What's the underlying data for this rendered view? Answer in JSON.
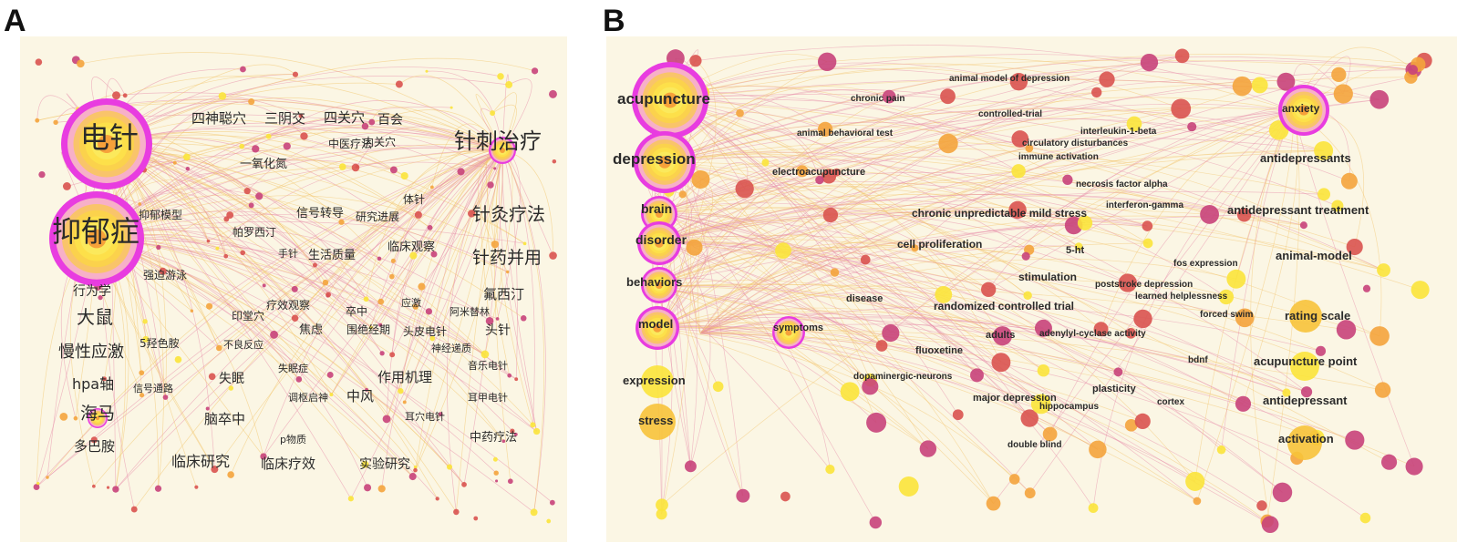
{
  "panels": [
    {
      "letter": "A",
      "labels": [
        "电针",
        "抑郁症",
        "针刺治疗",
        "针灸疗法",
        "针药并用",
        "四神聪穴",
        "三阴交",
        "四关穴",
        "百会",
        "中医疗法",
        "内关穴",
        "一氧化氮",
        "抑郁模型",
        "帕罗西汀",
        "信号转导",
        "研究进展",
        "体针",
        "手针",
        "生活质量",
        "临床观察",
        "强迫游泳",
        "行为学",
        "大鼠",
        "慢性应激",
        "hpa轴",
        "海马",
        "多巴胺",
        "氟西汀",
        "疗效观察",
        "印堂穴",
        "卒中",
        "应激",
        "阿米替林",
        "头针",
        "5羟色胺",
        "不良反应",
        "焦虑",
        "围绝经期",
        "头皮电针",
        "神经递质",
        "失眠症",
        "失眠",
        "音乐电针",
        "信号通路",
        "调枢启神",
        "中风",
        "作用机理",
        "耳甲电针",
        "脑卒中",
        "耳穴电针",
        "p物质",
        "中药疗法",
        "临床研究",
        "临床疗效",
        "实验研究"
      ]
    },
    {
      "letter": "B",
      "labels": [
        "acupuncture",
        "depression",
        "brain",
        "disorder",
        "behaviors",
        "model",
        "expression",
        "stress",
        "symptoms",
        "anxiety",
        "antidepressants",
        "antidepressant treatment",
        "animal-model",
        "rating scale",
        "acupuncture point",
        "antidepressant",
        "activation",
        "chronic pain",
        "animal model of depression",
        "controlled-trial",
        "animal behavioral test",
        "interleukin-1-beta",
        "circulatory disturbances",
        "immune activation",
        "electroacupuncture",
        "necrosis factor alpha",
        "interferon-gamma",
        "chronic unpredictable mild stress",
        "cell proliferation",
        "5-ht",
        "fos expression",
        "disease",
        "stimulation",
        "poststroke depression",
        "learned helplessness",
        "randomized controlled trial",
        "forced swim",
        "adults",
        "adenylyl-cyclase activity",
        "fluoxetine",
        "bdnf",
        "dopaminergic-neurons",
        "plasticity",
        "major depression",
        "cortex",
        "hippocampus",
        "double blind"
      ]
    }
  ],
  "colors": {
    "hub_ring": "#e83ce0",
    "node_yellow": "#fbe43a",
    "node_orange": "#f4a43c",
    "node_red": "#d9534f",
    "node_magenta": "#c8437a",
    "edge": "#e88aa8",
    "watermark": "#fbf6e4"
  }
}
